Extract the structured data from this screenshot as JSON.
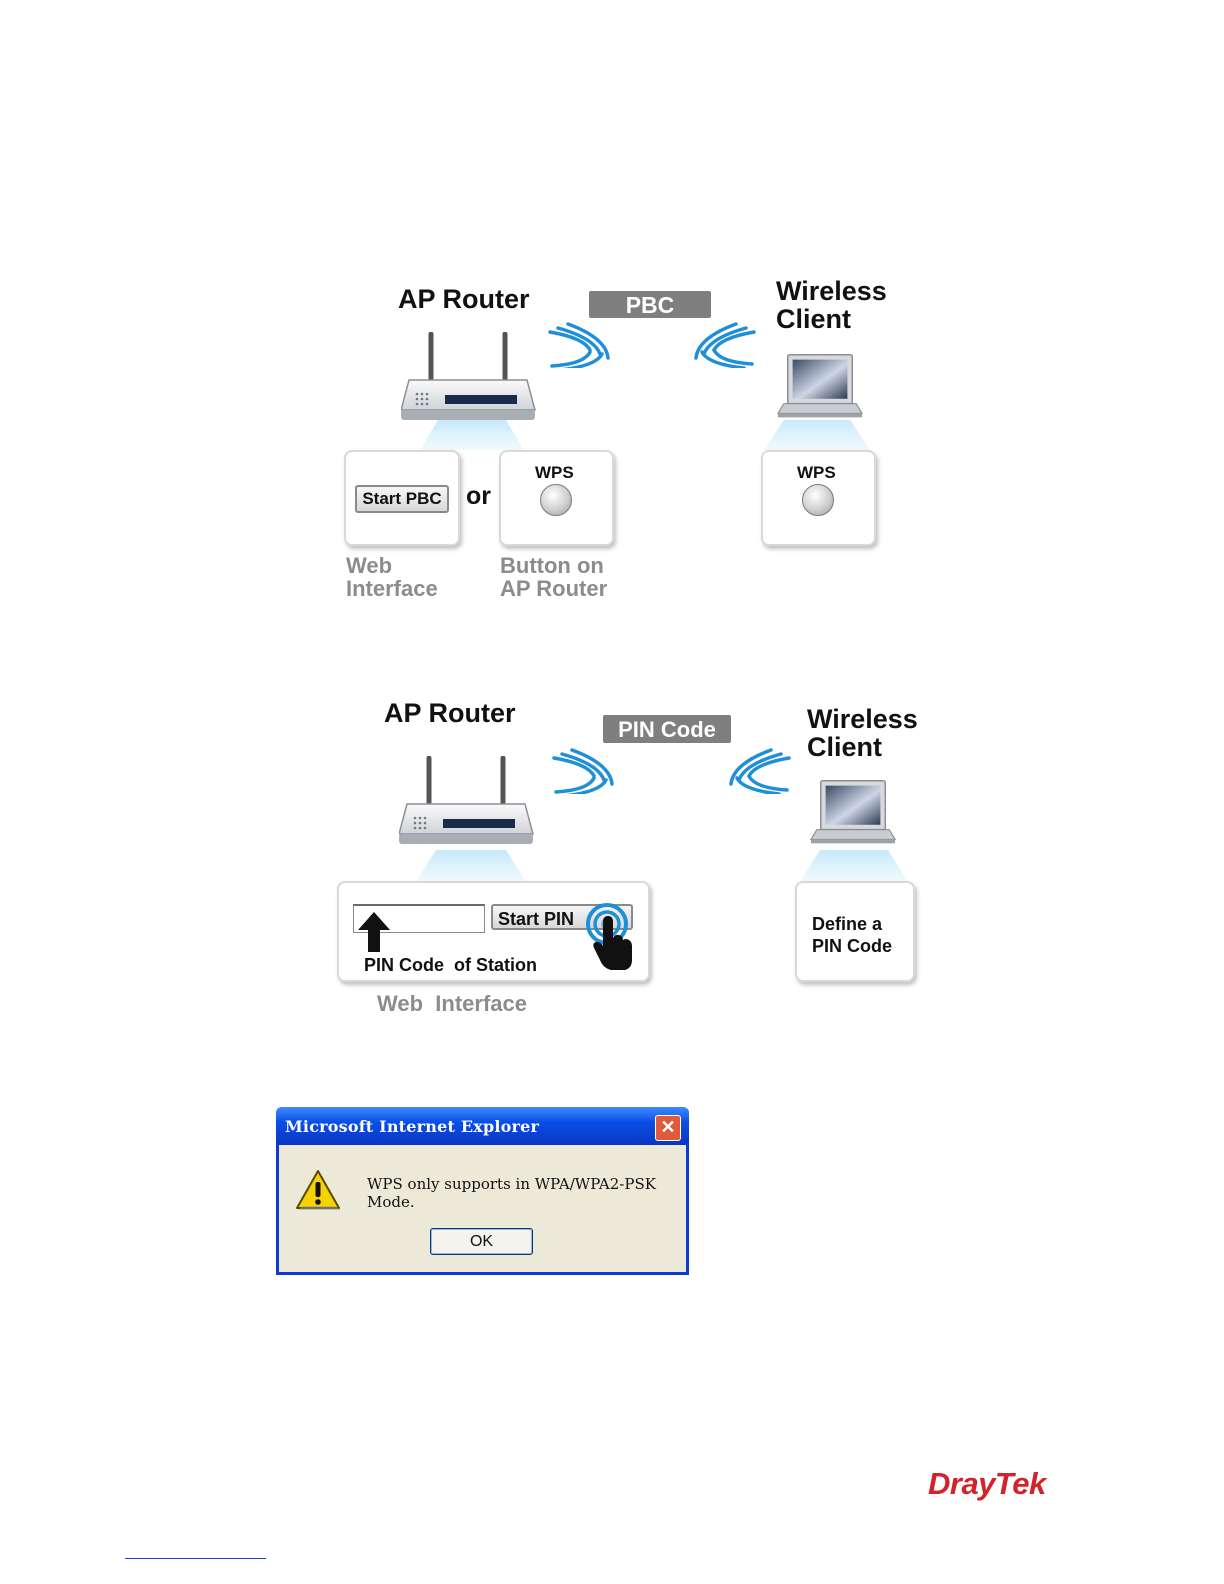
{
  "pbc_diagram": {
    "router_title": "AP Router",
    "method_badge": "PBC",
    "client_title_line1": "Wireless",
    "client_title_line2": "Client",
    "start_pbc_button": "Start PBC",
    "or_text": "or",
    "router_wps_label": "WPS",
    "client_wps_label": "WPS",
    "caption_web_line1": "Web",
    "caption_web_line2": "Interface",
    "caption_button_line1": "Button on",
    "caption_button_line2": "AP Router"
  },
  "pin_diagram": {
    "router_title": "AP Router",
    "method_badge": "PIN Code",
    "client_title_line1": "Wireless",
    "client_title_line2": "Client",
    "start_pin_button": "Start PIN",
    "pin_code_label": "PIN Code  of Station",
    "client_box_line1": "Define a",
    "client_box_line2": "PIN Code",
    "caption_web": "Web  Interface"
  },
  "dialog": {
    "title": "Microsoft Internet Explorer",
    "close_glyph": "✕",
    "message": "WPS only supports in WPA/WPA2-PSK Mode.",
    "ok_label": "OK"
  },
  "footer": {
    "logo_text": "DrayTek"
  },
  "colors": {
    "badge": "#7f7f7f",
    "wave": "#1f8fd8",
    "logo": "#d2232a",
    "dialog_blue": "#0a3bd6"
  }
}
